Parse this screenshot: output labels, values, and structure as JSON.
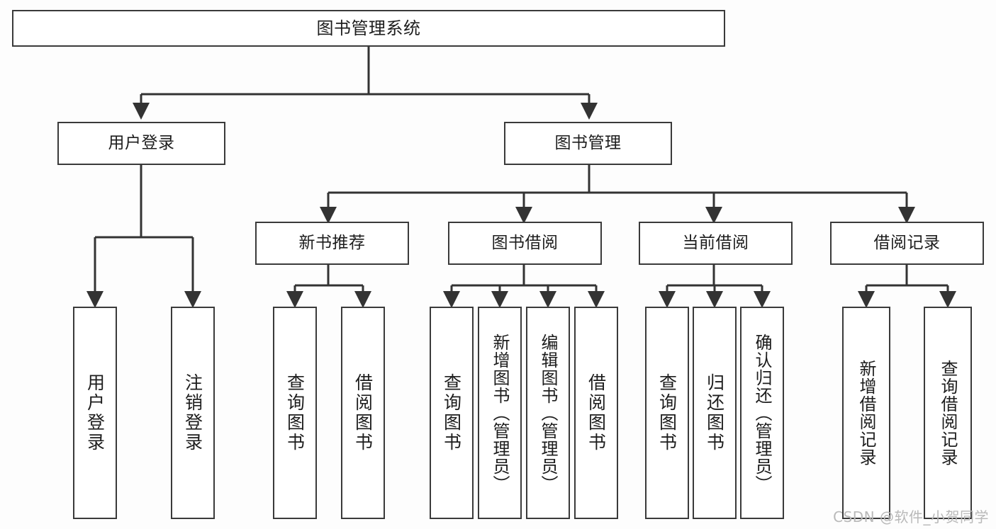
{
  "diagram": {
    "title": "图书管理系统",
    "type": "tree-structure-chart",
    "watermark": "CSDN @软件_小贺同学",
    "colors": {
      "background": "#fdfdfd",
      "node_fill": "#ffffff",
      "node_border": "#3a3a3a",
      "edge": "#333333",
      "text": "#1d1d1d",
      "watermark": "#b9b9b9"
    },
    "root": {
      "label": "图书管理系统"
    },
    "level2": [
      {
        "label": "用户登录"
      },
      {
        "label": "图书管理"
      }
    ],
    "level3": [
      {
        "label": "新书推荐"
      },
      {
        "label": "图书借阅"
      },
      {
        "label": "当前借阅"
      },
      {
        "label": "借阅记录"
      }
    ],
    "leaves": {
      "user_login": [
        {
          "label": "用户登录"
        },
        {
          "label": "注销登录"
        }
      ],
      "new_book_recommend": [
        {
          "label": "查询图书"
        },
        {
          "label": "借阅图书"
        }
      ],
      "book_borrow": [
        {
          "label": "查询图书"
        },
        {
          "label": "新增图书（管理员）"
        },
        {
          "label": "编辑图书（管理员）"
        },
        {
          "label": "借阅图书"
        }
      ],
      "current_borrow": [
        {
          "label": "查询图书"
        },
        {
          "label": "归还图书"
        },
        {
          "label": "确认归还（管理员）"
        }
      ],
      "borrow_record": [
        {
          "label": "新增借阅记录"
        },
        {
          "label": "查询借阅记录"
        }
      ]
    }
  }
}
